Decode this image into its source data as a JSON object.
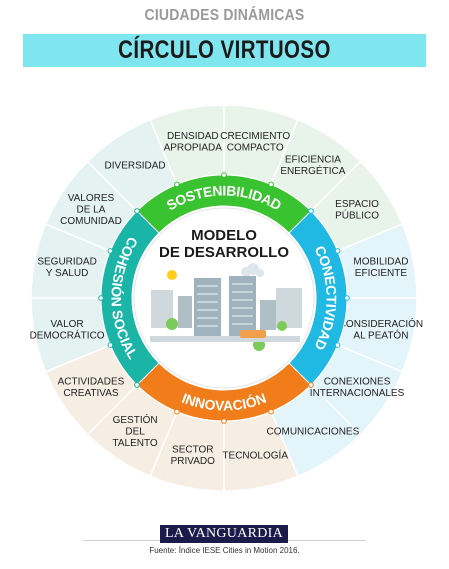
{
  "header": {
    "supertitle": "CIUDADES DINÁMICAS",
    "title": "CÍRCULO VIRTUOSO"
  },
  "center": {
    "line1": "MODELO",
    "line2": "DE DESARROLLO"
  },
  "pillars": [
    {
      "label": "SOSTENIBILIDAD",
      "color": "#39c331"
    },
    {
      "label": "CONECTIVIDAD",
      "color": "#1fb9e4"
    },
    {
      "label": "INNOVACIÓN",
      "color": "#f07c1a"
    },
    {
      "label": "COHESIÓN SOCIAL",
      "color": "#1ab5a7"
    }
  ],
  "sectors": [
    {
      "lines": [
        "CRECIMIENTO",
        "COMPACTO"
      ],
      "group": "green"
    },
    {
      "lines": [
        "EFICIENCIA",
        "ENERGÉTICA"
      ],
      "group": "green"
    },
    {
      "lines": [
        "ESPACIO",
        "PÚBLICO"
      ],
      "group": "green"
    },
    {
      "lines": [
        "MOBILIDAD",
        "EFICIENTE"
      ],
      "group": "blue"
    },
    {
      "lines": [
        "CONSIDERACIÓN",
        "AL PEATÓN"
      ],
      "group": "blue"
    },
    {
      "lines": [
        "CONEXIONES",
        "INTERNACIONALES"
      ],
      "group": "blue"
    },
    {
      "lines": [
        "COMUNICACIONES"
      ],
      "group": "blue"
    },
    {
      "lines": [
        "TECNOLOGÍA"
      ],
      "group": "orange"
    },
    {
      "lines": [
        "SECTOR",
        "PRIVADO"
      ],
      "group": "orange"
    },
    {
      "lines": [
        "GESTIÓN",
        "DEL",
        "TALENTO"
      ],
      "group": "orange"
    },
    {
      "lines": [
        "ACTIVIDADES",
        "CREATIVAS"
      ],
      "group": "orange"
    },
    {
      "lines": [
        "VALOR",
        "DEMOCRÁTICO"
      ],
      "group": "teal"
    },
    {
      "lines": [
        "SEGURIDAD",
        "Y SALUD"
      ],
      "group": "teal"
    },
    {
      "lines": [
        "VALORES",
        "DE LA",
        "COMUNIDAD"
      ],
      "group": "teal"
    },
    {
      "lines": [
        "DIVERSIDAD"
      ],
      "group": "teal"
    },
    {
      "lines": [
        "DENSIDAD",
        "APROPIADA"
      ],
      "group": "green"
    }
  ],
  "sector_fills": {
    "green": "#e8f4ea",
    "blue": "#e4f4fb",
    "orange": "#f7eee3",
    "teal": "#e4f3f1"
  },
  "footer": {
    "brand": "LA VANGUARDIA",
    "source": "Fuente: Índice IESE Cities in Motion 2016."
  }
}
